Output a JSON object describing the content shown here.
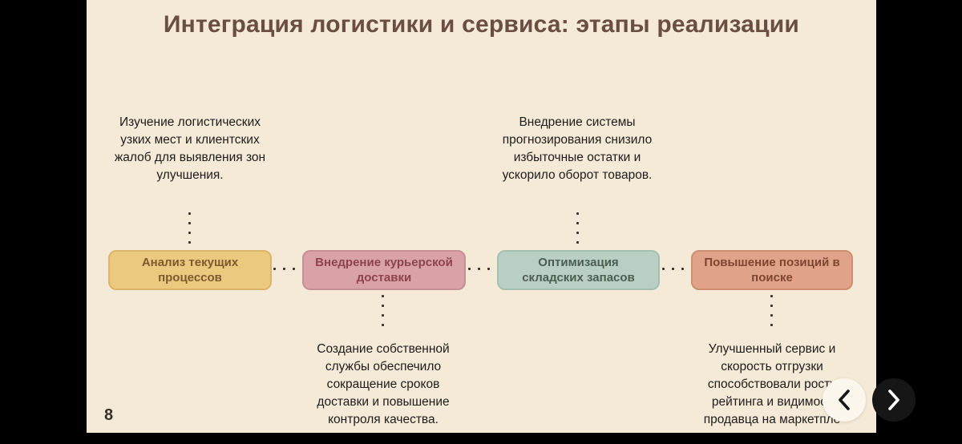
{
  "slide": {
    "title": "Интеграция логистики и сервиса: этапы реализации",
    "page_number": "8",
    "notes": {
      "top_left": "Изучение логистических\nузких мест и клиентских\nжалоб для выявления зон\nулучшения.",
      "top_right": "Внедрение системы\nпрогнозирования снизило\nизбыточные остатки и\nускорило оборот товаров.",
      "bottom_left": "Создание собственной\nслужбы обеспечило\nсокращение сроков\nдоставки и повышение\nконтроля качества.",
      "bottom_right": "Улучшенный сервис и\nскорость отгрузки\nспособствовали росту\nрейтинга и видимост\nпродавца на маркетпле"
    },
    "stages": [
      {
        "label": "Анализ текущих\nпроцессов",
        "fill": "#ebc97f",
        "border": "#dcb46a",
        "text_color": "#7d5a2e"
      },
      {
        "label": "Внедрение курьерской\nдоставки",
        "fill": "#d8a2a7",
        "border": "#c68f95",
        "text_color": "#8e434c"
      },
      {
        "label": "Оптимизация\nскладских запасов",
        "fill": "#b9cfc3",
        "border": "#a5bfb1",
        "text_color": "#4e5d53"
      },
      {
        "label": "Повышение позиций в\nпоиске",
        "fill": "#e0a38a",
        "border": "#ce8e71",
        "text_color": "#7e462f"
      }
    ],
    "colors": {
      "slide_background": "#f5ead8",
      "letterbox": "#000000",
      "title_text": "#6b4e42",
      "note_text": "#1e1c1a",
      "connector_dots": "#3b3128"
    }
  },
  "viewer": {
    "prev_icon": "chevron-left",
    "next_icon": "chevron-right",
    "prev_button_background": "#fbf7ec",
    "next_button_background": "#161616"
  }
}
